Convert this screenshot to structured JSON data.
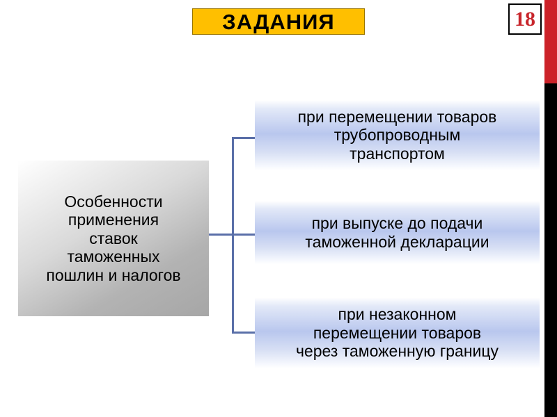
{
  "slide": {
    "title": "ЗАДАНИЯ",
    "page_number": "18",
    "title_bg_color": "#ffbf00",
    "page_number_color": "#c8262c",
    "accent_bar_red": "#cc2229",
    "accent_bar_black": "#000000",
    "connector_color": "#5a6fa8"
  },
  "diagram": {
    "root": {
      "label": "Особенности\nприменения\nставок\nтаможенных\nпошлин и налогов"
    },
    "leaves": [
      {
        "label": "при перемещении товаров\nтрубопроводным\nтранспортом"
      },
      {
        "label": "при выпуске до подачи\nтаможенной декларации"
      },
      {
        "label": "при незаконном\nперемещении товаров\nчерез таможенную границу"
      }
    ]
  }
}
